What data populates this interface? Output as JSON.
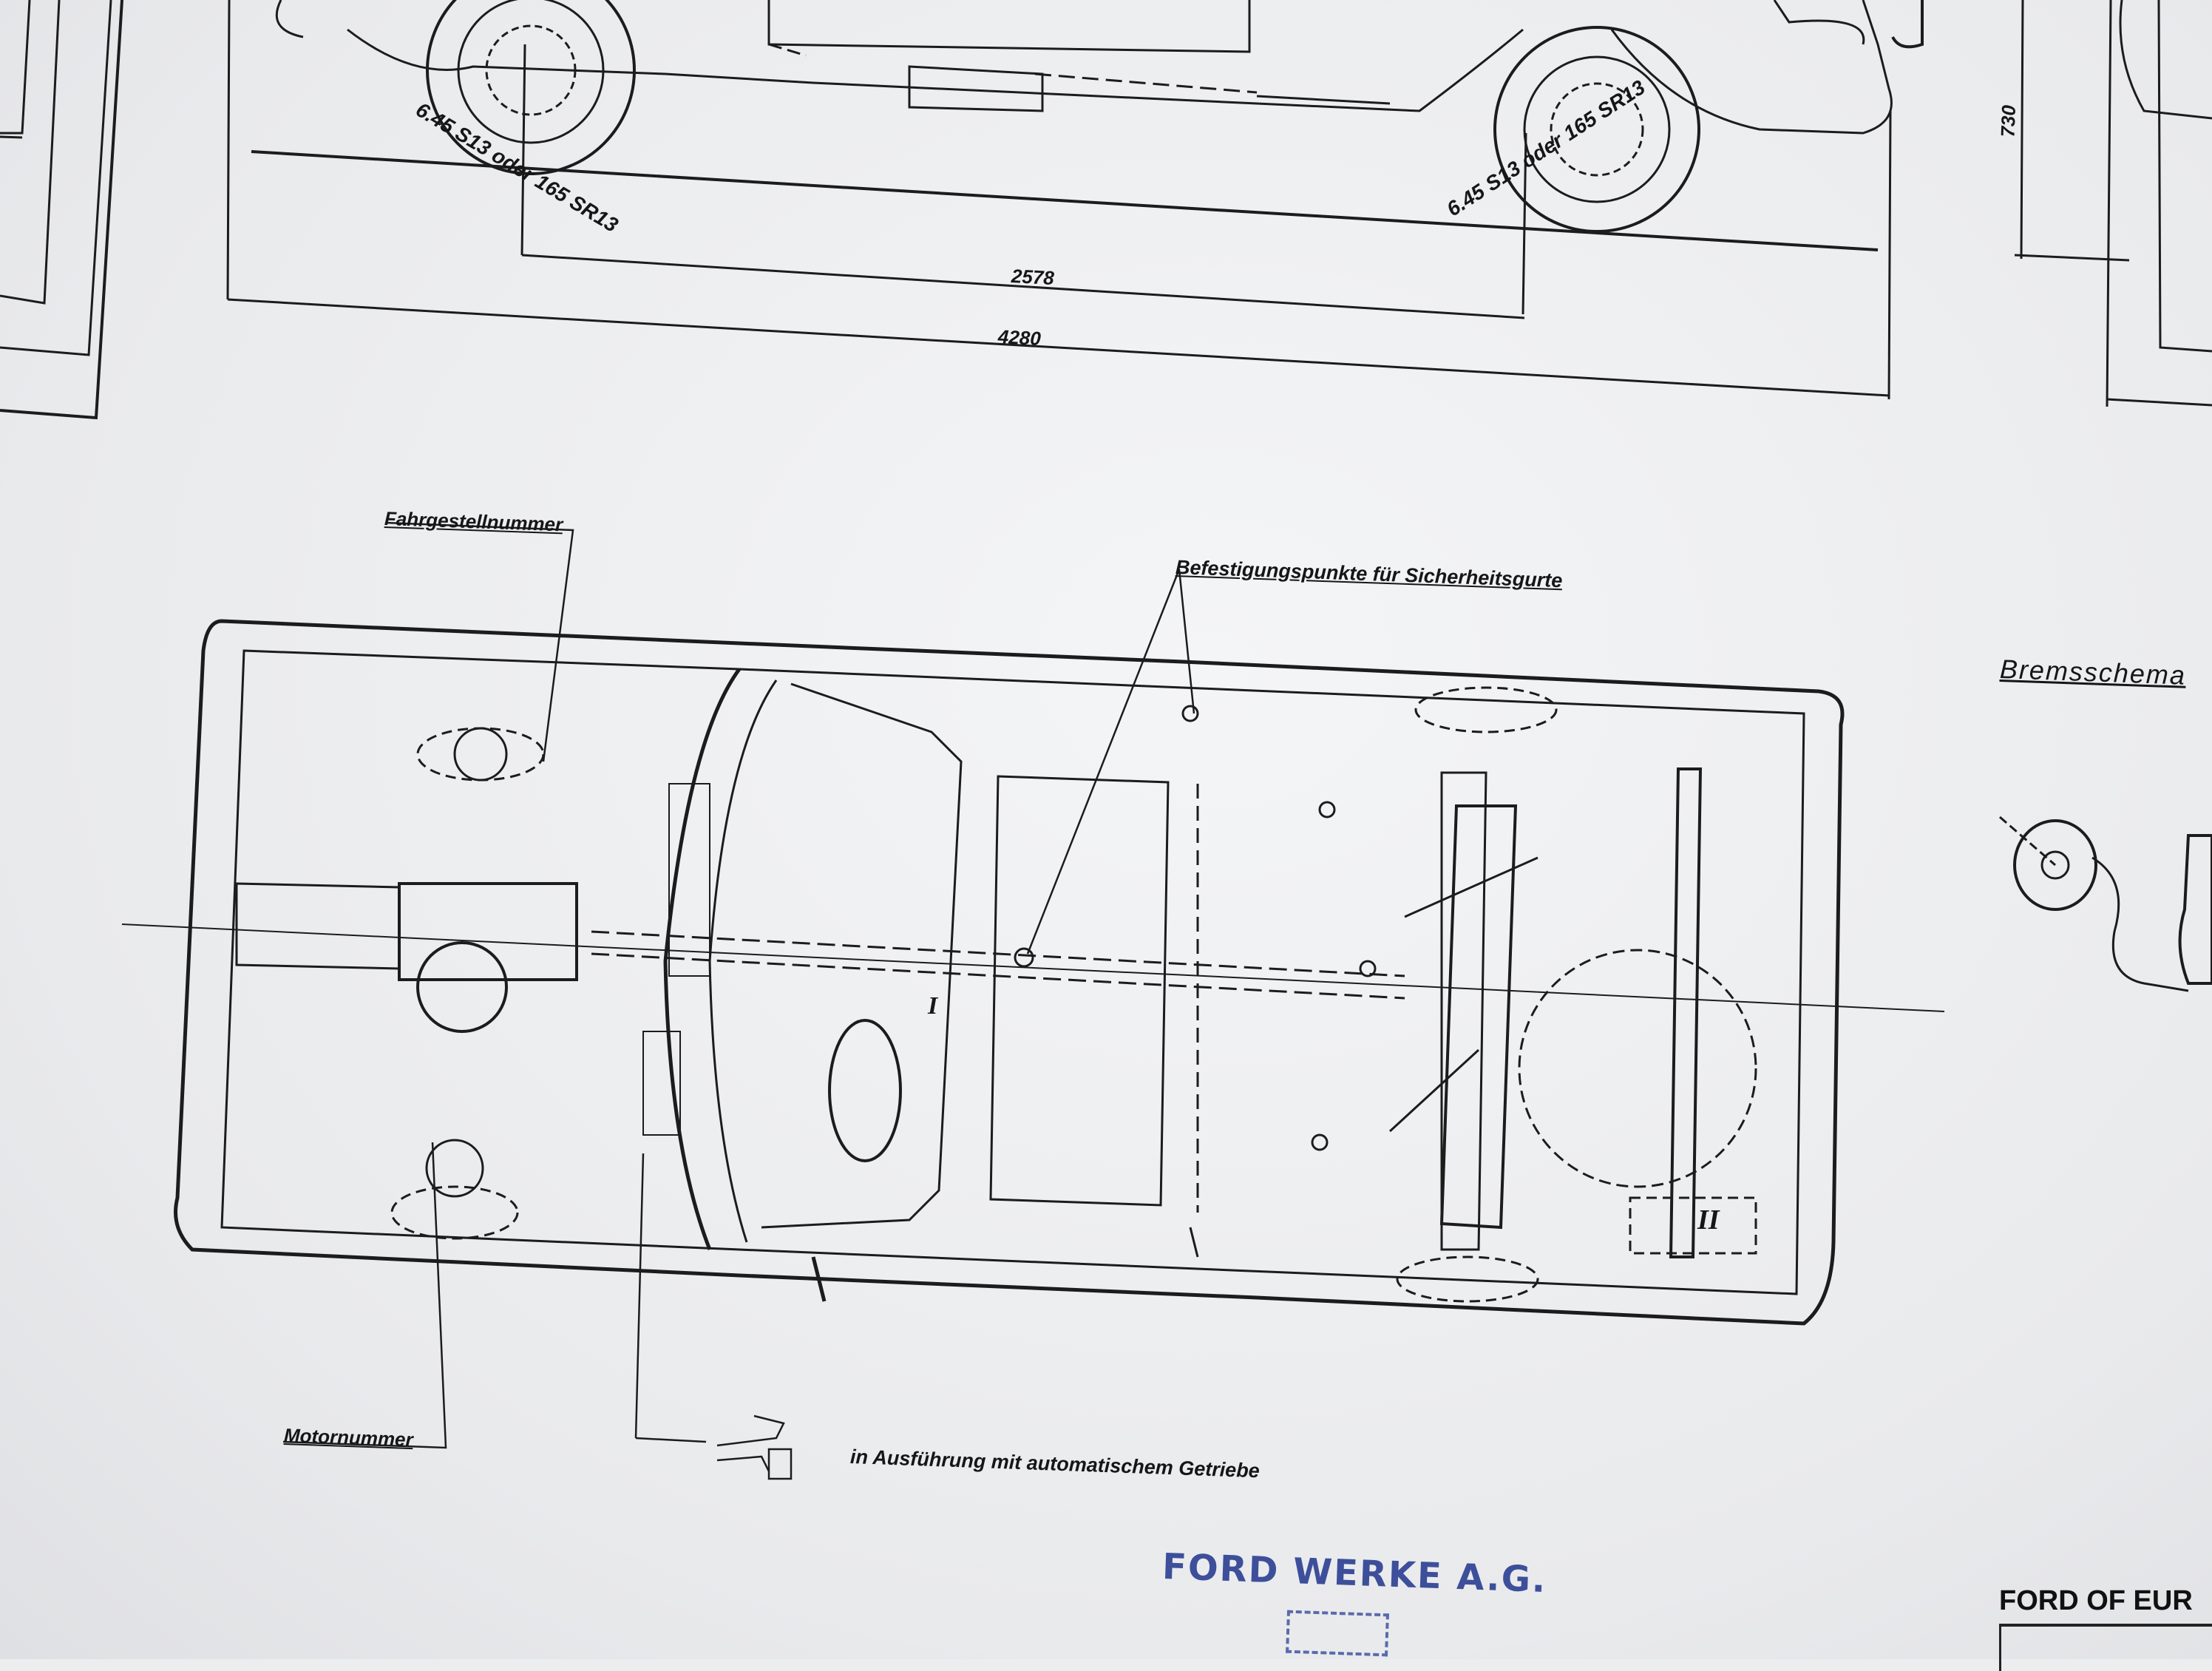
{
  "dimensions": {
    "wheelbase": "2578",
    "overall_length": "4280",
    "height": "730"
  },
  "tyres": {
    "front": "6.45 S13 oder 165 SR13",
    "rear": "6.45 S13 oder 165 SR13"
  },
  "labels": {
    "chassis_number": "Fahrgestellnummer",
    "engine_number": "Motornummer",
    "belt_points": "Befestigungspunkte für Sicherheitsgurte",
    "brake_diagram": "Bremsschema",
    "automatic": "in Ausführung mit automatischem Getriebe",
    "roman_one": "I",
    "roman_two": "II"
  },
  "stamp": {
    "text": "FORD WERKE A.G.",
    "color": "#3d4f9a"
  },
  "title_block": {
    "text": "FORD OF EUR"
  }
}
